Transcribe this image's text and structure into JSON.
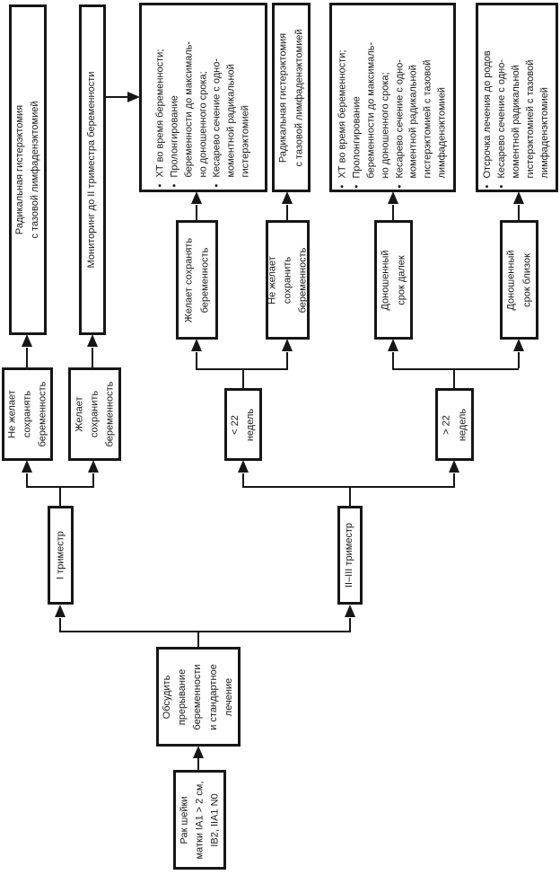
{
  "diagram": {
    "bullet": "•",
    "colors": {
      "line": "#161616",
      "box_fill": "#ffffff",
      "background": "#ffffff"
    },
    "nodes": {
      "root": "Рак шейки\nматки IA1 > 2 см,\nIB2, IIA1 N0",
      "discuss": "Обсудить\nпрерывание\nбеременности\nи стандартное\nлечение",
      "trimester_1": "I триместр",
      "trimester_2_3": "II–III триместр",
      "refuse_keep_t1": "Не желает\nсохранять\nбеременность",
      "keep_t1": "Желает\nсохранить\nбеременность",
      "radical_hysterectomy_t1": "Радикальная гистерэктомия\nс тазовой лимфаденэктомией",
      "monitoring": "Мониторинг до II триместра беременности",
      "under_22_weeks": "< 22\nнедель",
      "over_22_weeks": "> 22\nнедель",
      "keep_pregnancy": "Желает сохранять\nбеременность",
      "refuse_keep_pregnancy": "Не желает\nсохранить\nбеременность",
      "term_far": "Доношенный\nсрок далек",
      "term_near": "Доношенный\nсрок близок",
      "radical_hysterectomy_2": "Радикальная гистерэктомия\nс тазовой лимфаденэктомией",
      "chemo_keep": {
        "bullets": [
          "ХТ во время беременности;",
          "Пролонгирование\nбеременности до максималь-\nно доношенного срока;",
          "Кесарево сечение с одно-\nмоментной радикальной\nгистерэктомией"
        ]
      },
      "chemo_term_far": {
        "bullets": [
          "ХТ во время беременности;",
          "Пролонгирование\nбеременности до максималь-\nно доношенного срока;",
          "Кесарево сечение с одно-\nмоментной радикальной\nгистерэктомией с тазовой\nлимфаденэктомией"
        ]
      },
      "defer_treatment": {
        "bullets": [
          "Отсрочка лечения до родов",
          "Кесарево сечение с одно-\nмоментной радикальной\nгистерэктомией с тазовой\nлимфаденэктомией"
        ]
      }
    }
  }
}
